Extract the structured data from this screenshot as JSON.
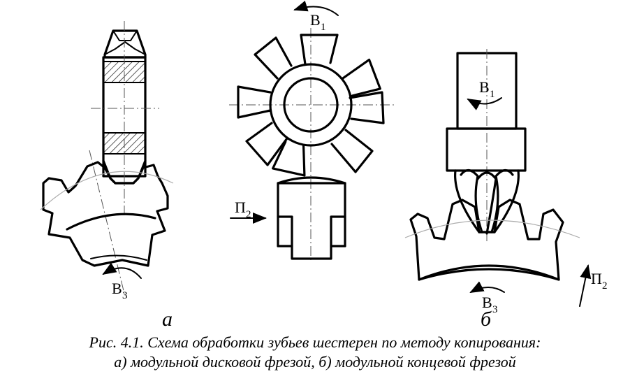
{
  "top_cut_text": "",
  "labels": {
    "b1_left_top": "B",
    "b1_left_top_sub": "1",
    "b3_left": "B",
    "b3_left_sub": "3",
    "p2_mid": "П",
    "p2_mid_sub": "2",
    "b1_right": "B",
    "b1_right_sub": "1",
    "b3_right": "B",
    "b3_right_sub": "3",
    "p2_right": "П",
    "p2_right_sub": "2",
    "panel_a": "а",
    "panel_b": "б"
  },
  "caption": {
    "line1": "Рис. 4.1. Схема обработки зубьев шестерен по методу копирования:",
    "line2": "а) модульной дисковой фрезой, б) модульной концевой фрезой"
  }
}
